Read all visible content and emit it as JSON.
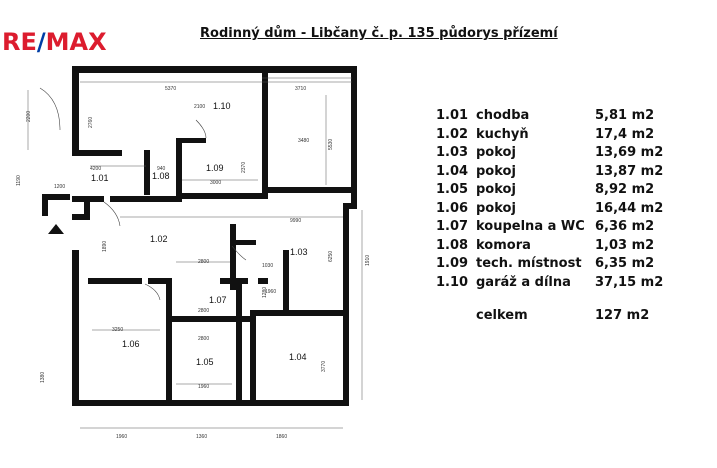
{
  "logo": {
    "left": "RE",
    "slash": "/",
    "right": "MAX"
  },
  "title": "Rodinný dům - Libčany č. p. 135 půdorys přízemí",
  "plan": {
    "room_labels": [
      "1.01",
      "1.02",
      "1.03",
      "1.04",
      "1.05",
      "1.06",
      "1.07",
      "1.08",
      "1.09",
      "1.10"
    ],
    "dimensions": [
      "5370",
      "3710",
      "2100",
      "2760",
      "1200",
      "1190",
      "4200",
      "940",
      "3000",
      "2370",
      "9990",
      "2800",
      "1030",
      "3250",
      "2800",
      "1890",
      "1960",
      "1280",
      "5530",
      "3480",
      "1960",
      "1360",
      "1860",
      "6250",
      "2800",
      "3770",
      "1960",
      "1380",
      "1910",
      "2200"
    ],
    "north_marker": "north-arrow-icon"
  },
  "legend": [
    {
      "id": "1.01",
      "name": "chodba",
      "area": "5,81 m2"
    },
    {
      "id": "1.02",
      "name": "kuchyň",
      "area": "17,4 m2"
    },
    {
      "id": "1.03",
      "name": "pokoj",
      "area": "13,69 m2"
    },
    {
      "id": "1.04",
      "name": "pokoj",
      "area": "13,87 m2"
    },
    {
      "id": "1.05",
      "name": "pokoj",
      "area": "8,92 m2"
    },
    {
      "id": "1.06",
      "name": "pokoj",
      "area": "16,44 m2"
    },
    {
      "id": "1.07",
      "name": "koupelna a WC",
      "area": "6,36 m2"
    },
    {
      "id": "1.08",
      "name": "komora",
      "area": "1,03 m2"
    },
    {
      "id": "1.09",
      "name": "tech. místnost",
      "area": "6,35 m2"
    },
    {
      "id": "1.10",
      "name": "garáž a dílna",
      "area": "37,15 m2"
    }
  ],
  "total": {
    "label": "celkem",
    "area": "127 m2"
  },
  "colors": {
    "logo_red": "#dc1c2e",
    "logo_blue": "#003da5",
    "wall": "#111111"
  }
}
